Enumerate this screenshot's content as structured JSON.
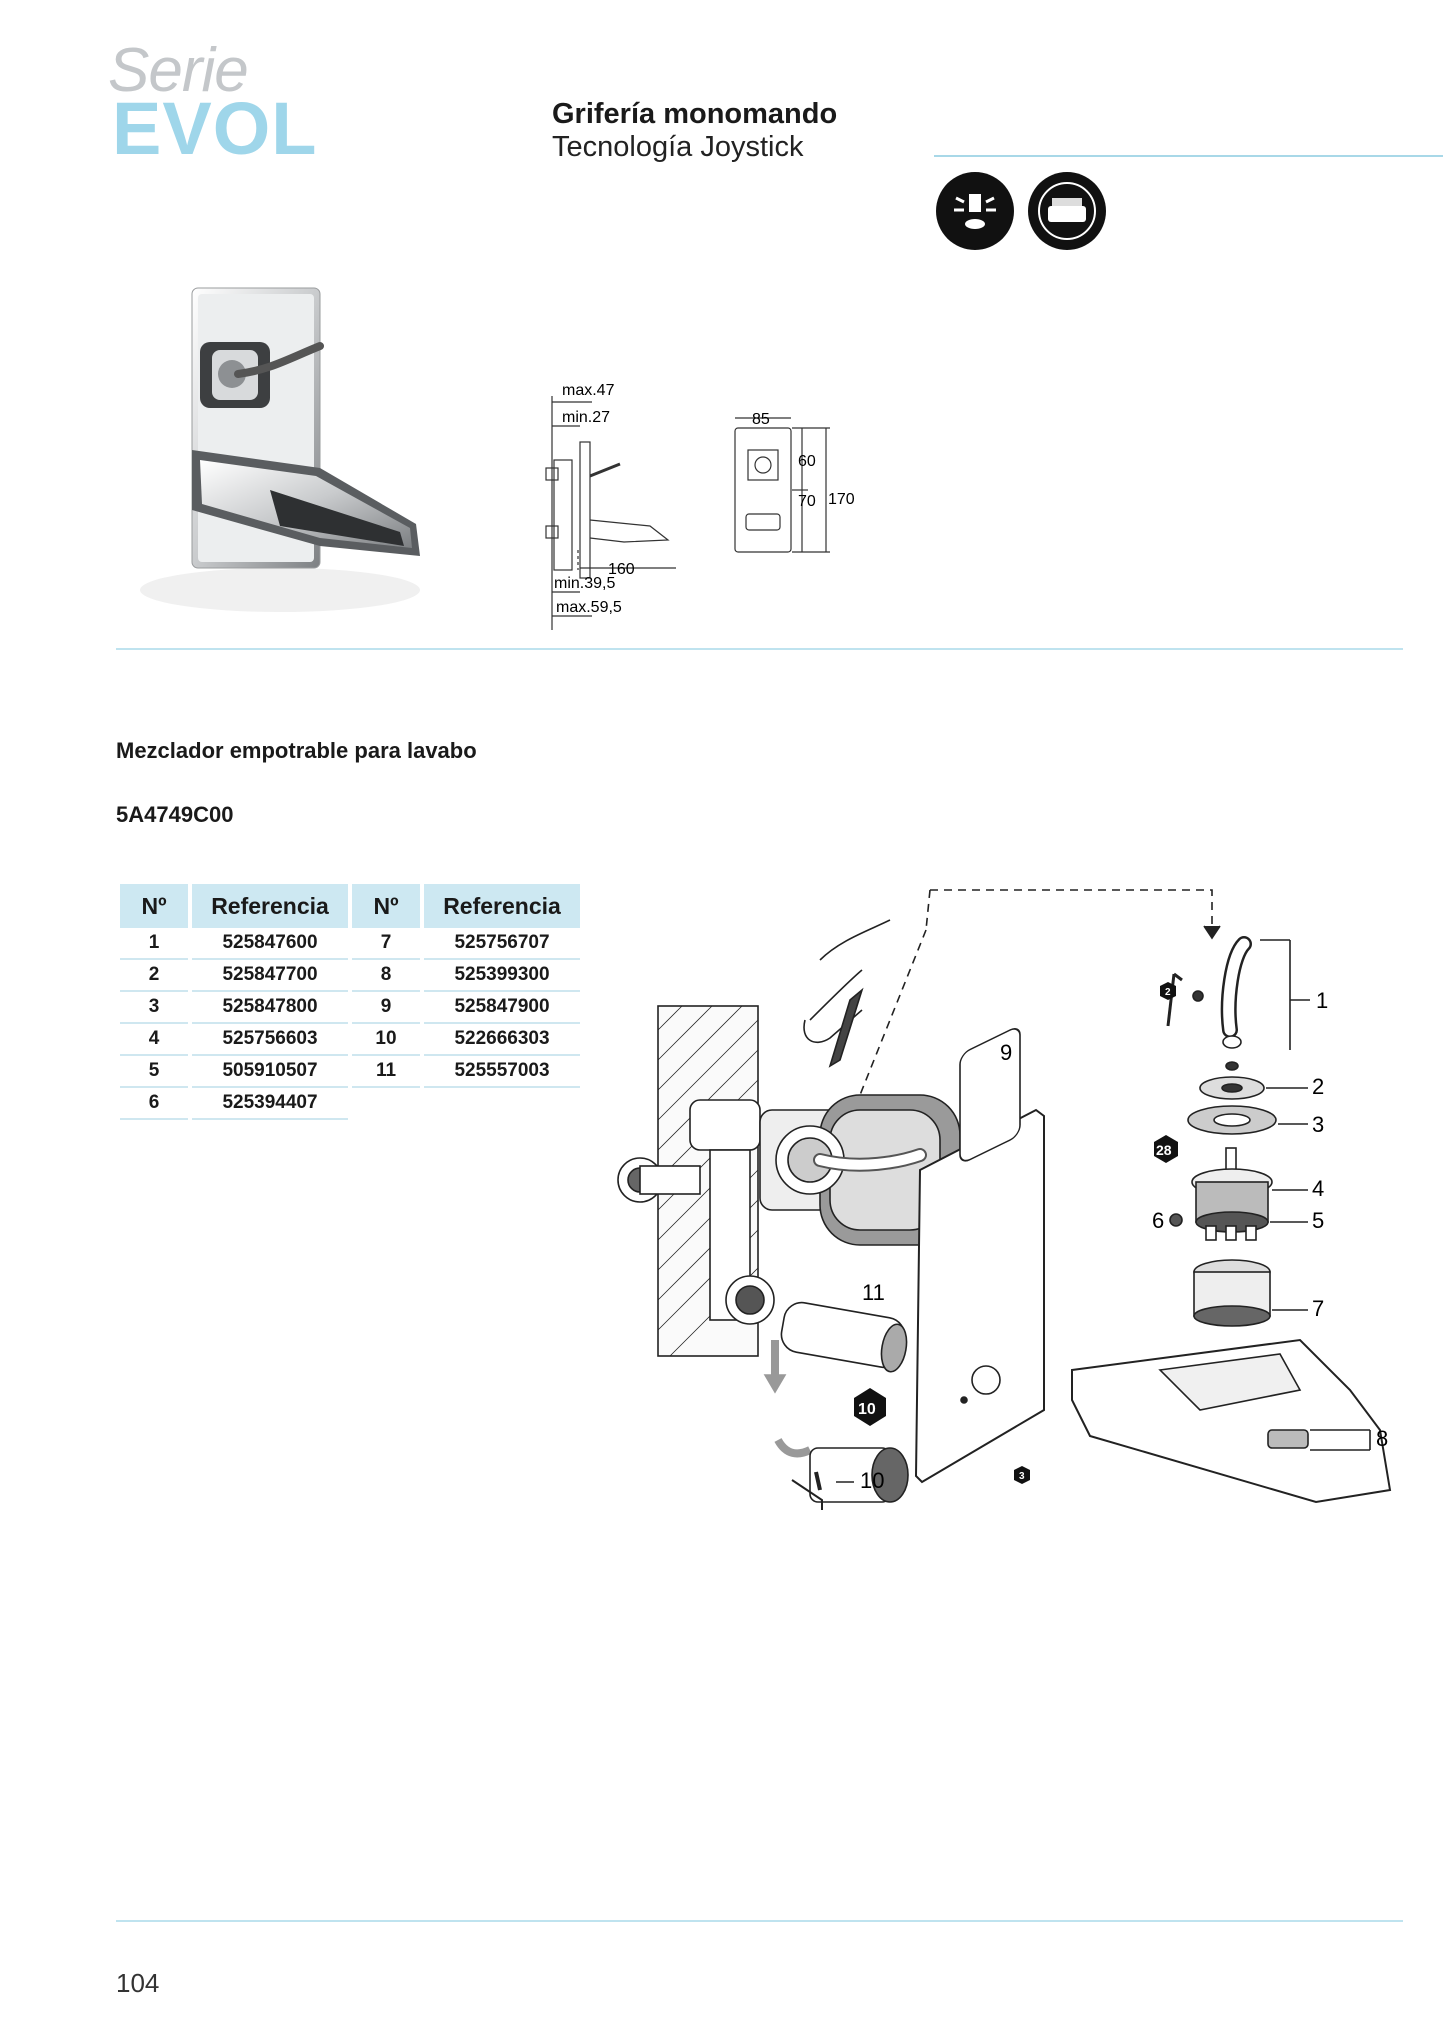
{
  "brand": {
    "serie": "Serie",
    "name": "EVOL"
  },
  "header": {
    "title": "Grifería monomando",
    "subtitle": "Tecnología Joystick"
  },
  "icons": [
    "water-saving-icon",
    "click-cartridge-icon"
  ],
  "drawing": {
    "dims": [
      "max.47",
      "min.27",
      "160",
      "min.39,5",
      "max.59,5",
      "85",
      "60",
      "70",
      "170"
    ]
  },
  "product": {
    "name": "Mezclador empotrable para lavabo",
    "code": "5A4749C00"
  },
  "table": {
    "headers": [
      "Nº",
      "Referencia",
      "Nº",
      "Referencia"
    ],
    "rows": [
      [
        "1",
        "525847600",
        "7",
        "525756707"
      ],
      [
        "2",
        "525847700",
        "8",
        "525399300"
      ],
      [
        "3",
        "525847800",
        "9",
        "525847900"
      ],
      [
        "4",
        "525756603",
        "10",
        "522666303"
      ],
      [
        "5",
        "505910507",
        "11",
        "525557003"
      ],
      [
        "6",
        "525394407",
        "",
        ""
      ]
    ]
  },
  "exploded": {
    "callouts": [
      "1",
      "2",
      "3",
      "4",
      "5",
      "6",
      "7",
      "8",
      "9",
      "10",
      "11"
    ],
    "badges": [
      "2",
      "28",
      "10",
      "3"
    ]
  },
  "page_number": "104"
}
